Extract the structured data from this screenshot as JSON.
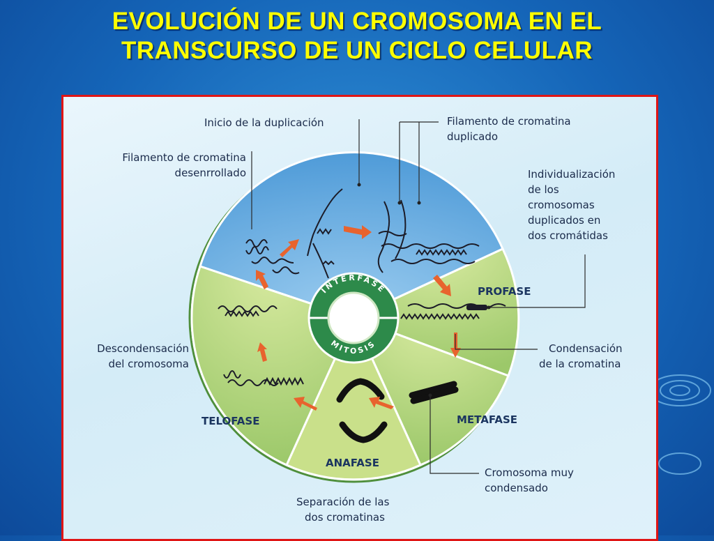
{
  "title": {
    "line1": "EVOLUCIÓN DE UN CROMOSOMA EN EL",
    "line2": "TRANSCURSO DE UN CICLO CELULAR"
  },
  "center": {
    "top_ring": "INTERFASE",
    "bottom_ring": "MITOSIS"
  },
  "phases": {
    "profase": "PROFASE",
    "metafase": "METAFASE",
    "anafase": "ANAFASE",
    "telofase": "TELOFASE"
  },
  "labels": {
    "inicio": "Inicio de la duplicación",
    "filamento_desenrollado_1": "Filamento de cromatina",
    "filamento_desenrollado_2": "desenrrollado",
    "filamento_duplicado_1": "Filamento de cromatina",
    "filamento_duplicado_2": "duplicado",
    "individualizacion_1": "Individualización",
    "individualizacion_2": "de los",
    "individualizacion_3": "cromosomas",
    "individualizacion_4": "duplicados en",
    "individualizacion_5": "dos cromátidas",
    "descondensacion_1": "Descondensación",
    "descondensacion_2": "del cromosoma",
    "condensacion_1": "Condensación",
    "condensacion_2": "de la cromatina",
    "cromosoma_1": "Cromosoma muy",
    "cromosoma_2": "condensado",
    "separacion_1": "Separación de las",
    "separacion_2": "dos cromatinas"
  },
  "colors": {
    "title": "#ffff00",
    "frame_border": "#e01515",
    "interfase_fill": "#5fa8de",
    "mitosis_fill": "#a9d17a",
    "ring": "#2d8a4a",
    "arrow": "#e8632e"
  }
}
